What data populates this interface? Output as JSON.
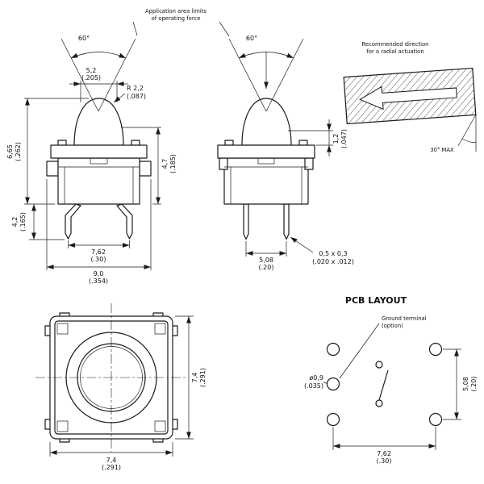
{
  "front_view": {
    "app_line1": "Application area limits",
    "app_line2": "of operating force",
    "angle": "60°",
    "top_w_mm": "5,2",
    "top_w_in": "(.205)",
    "radius_mm": "R 2,2",
    "radius_in": "(.087)",
    "h_total_mm": "6,65",
    "h_total_in": "(.262)",
    "h_pins_mm": "4,2",
    "h_pins_in": "(.165)",
    "h_right_mm": "4,7",
    "h_right_in": "(.185)",
    "pitch_mm": "7,62",
    "pitch_in": "(.30)",
    "overall_mm": "9,0",
    "overall_in": "(.354)"
  },
  "side_view": {
    "angle": "60°",
    "travel_mm": "1,2",
    "travel_in": "(.047)",
    "pitch_mm": "5,08",
    "pitch_in": "(.20)",
    "pin_mm": "0,5 x 0,3",
    "pin_in": "(.020 x .012)"
  },
  "radial_note": {
    "line1": "Recommended direction",
    "line2": "for a radial actuation",
    "angle": "30° MAX"
  },
  "top_view": {
    "width_mm": "7,4",
    "width_in": "(.291)",
    "height_mm": "7,4",
    "height_in": "(.291)"
  },
  "pcb": {
    "title": "PCB LAYOUT",
    "ground1": "Ground terminal",
    "ground2": "(option)",
    "hole_mm": "ø0,9",
    "hole_in": "(.035)",
    "v_mm": "5,08",
    "v_in": "(.20)",
    "h_mm": "7,62",
    "h_in": "(.30)"
  }
}
